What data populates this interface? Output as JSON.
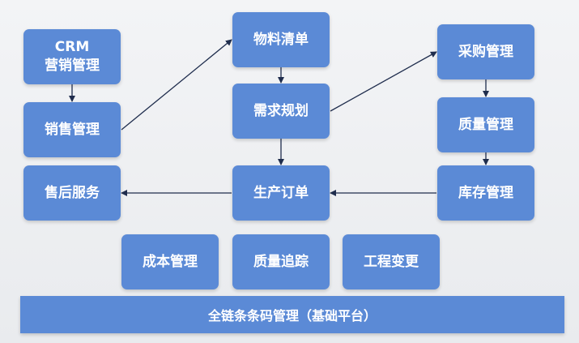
{
  "nodes": {
    "crm": "CRM\n营销管理",
    "sales": "销售管理",
    "after_sales": "售后服务",
    "bom": "物料清单",
    "demand_planning": "需求规划",
    "production_order": "生产订单",
    "procurement": "采购管理",
    "quality_mgmt": "质量管理",
    "inventory": "库存管理",
    "cost": "成本管理",
    "quality_trace": "质量追踪",
    "engineering_change": "工程变更"
  },
  "base_platform": "全链条条码管理（基础平台）",
  "colors": {
    "box": "#5b8ad6",
    "arrow": "#1f2d4d",
    "text": "#ffffff"
  }
}
